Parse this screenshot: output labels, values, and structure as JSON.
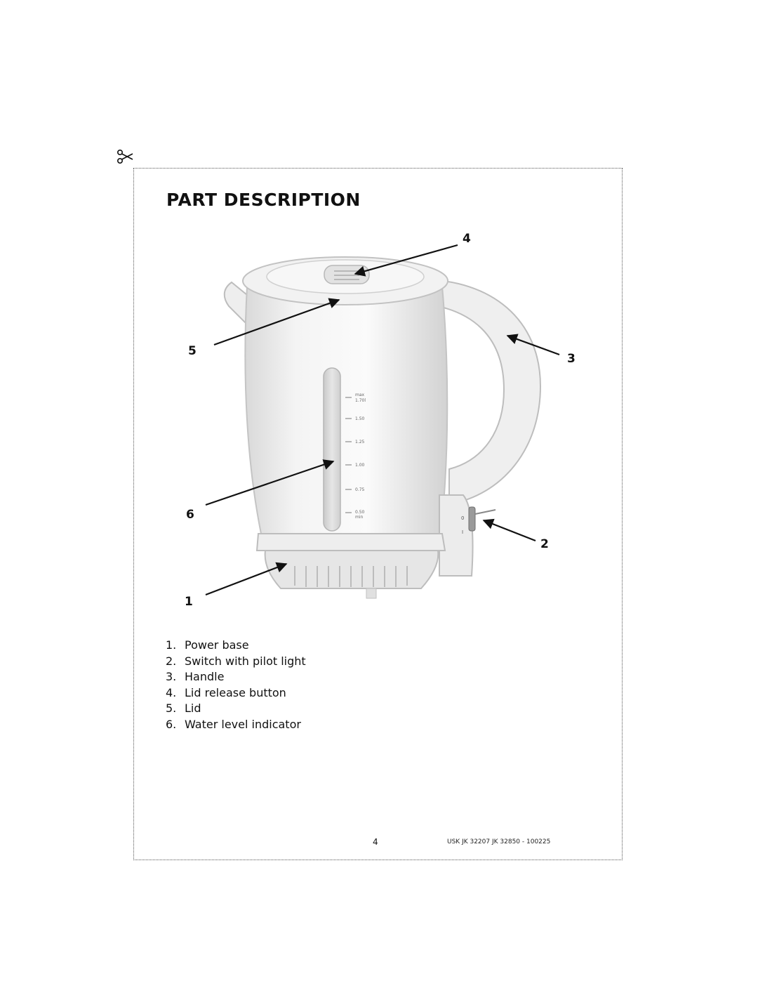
{
  "page": {
    "title": "PART DESCRIPTION",
    "page_number": "4",
    "doc_code": "USK JK 32207 JK 32850 - 100225"
  },
  "figure": {
    "callouts": [
      "4",
      "5",
      "3",
      "6",
      "2",
      "1"
    ],
    "scale_marks": [
      "max",
      "1.70l",
      "1.50",
      "1.25",
      "1.00",
      "0.75",
      "0.50",
      "min"
    ],
    "switch_marks": [
      "0",
      "I"
    ]
  },
  "parts": [
    {
      "num": "1.",
      "label": "Power base"
    },
    {
      "num": "2.",
      "label": "Switch with pilot light"
    },
    {
      "num": "3.",
      "label": "Handle"
    },
    {
      "num": "4.",
      "label": "Lid release button"
    },
    {
      "num": "5.",
      "label": "Lid"
    },
    {
      "num": "6.",
      "label": "Water level indicator"
    }
  ],
  "icons": [
    "scissors-icon"
  ]
}
